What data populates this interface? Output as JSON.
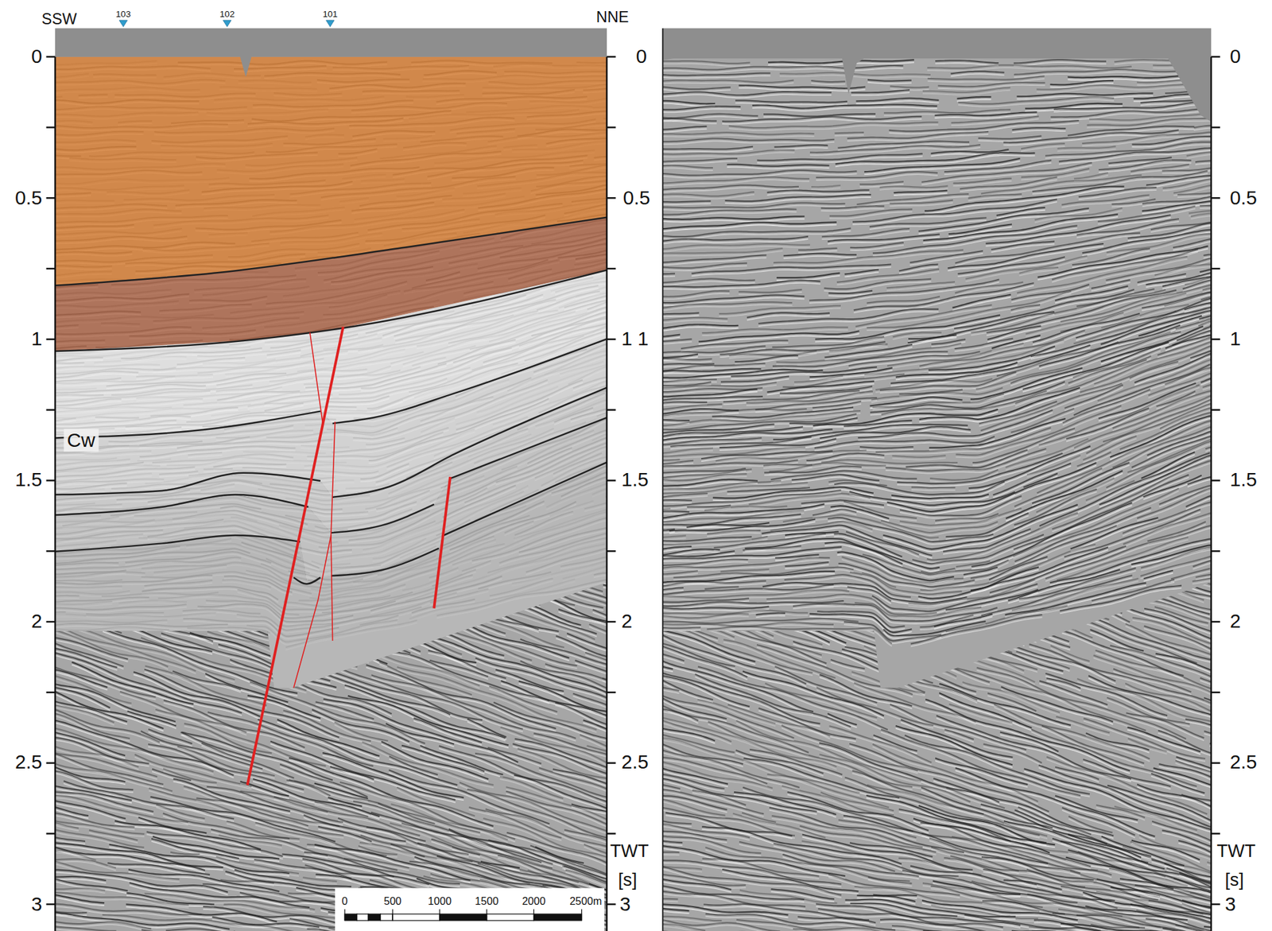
{
  "diagram": {
    "labels": [
      "SSW",
      "103",
      "102",
      "101",
      "NNE",
      "0",
      "0.5",
      "1",
      "1.5",
      "2",
      "2.5",
      "3",
      "0",
      "0.5",
      "1",
      "1",
      "1.5",
      "2",
      "2.5",
      "TWT",
      "[s]",
      "3",
      "Cw",
      "0",
      "0.5",
      "1",
      "1.5",
      "2",
      "2.5",
      "TWT",
      "[s]",
      "3",
      "0",
      "500",
      "1000",
      "1500",
      "2000",
      "2500m"
    ]
  }
}
